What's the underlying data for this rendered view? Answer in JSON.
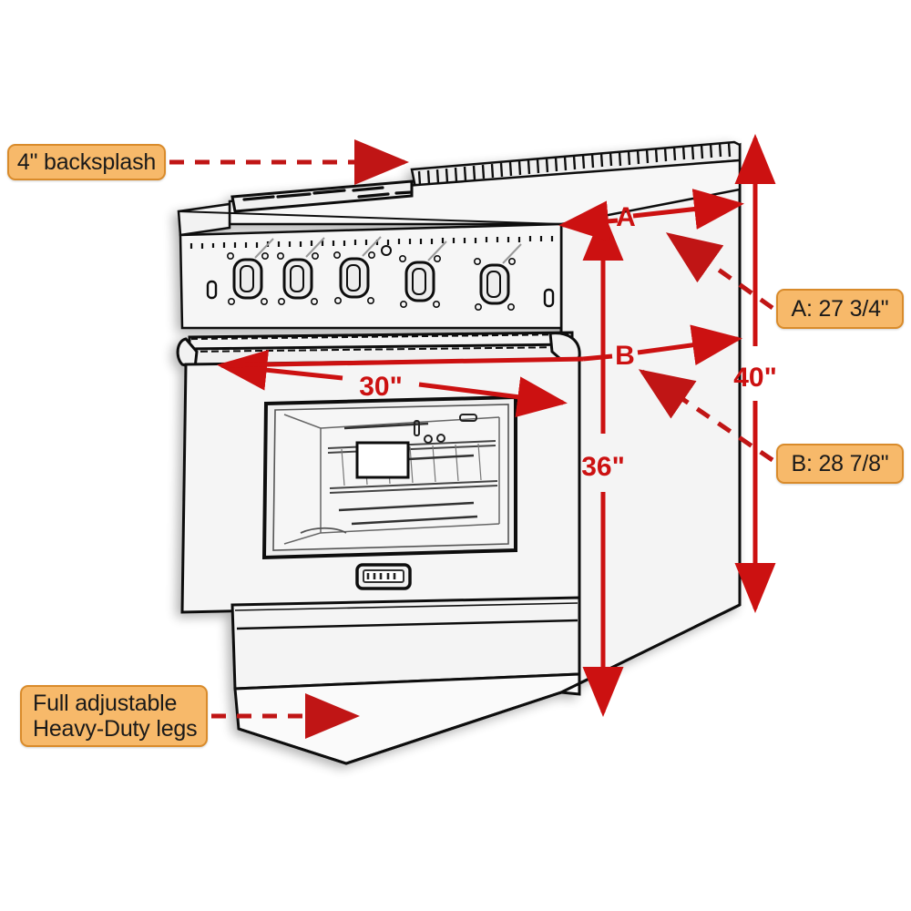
{
  "page": {
    "title": "Range dimension diagram",
    "background_color": "#ffffff"
  },
  "colors": {
    "dimension_red": "#CC1111",
    "dashed_leader_red": "#C01515",
    "callout_fill": "#F7B96A",
    "callout_border": "#D98B2B",
    "line_dark": "#1a1a1a",
    "body_fill": "#F2F2F2"
  },
  "callouts": [
    {
      "id": "backsplash",
      "text": "4\" backsplash",
      "leader": "dashed-arrow-right"
    },
    {
      "id": "a",
      "text": "A: 27 3/4\"",
      "leader": "dashed-arrow-left"
    },
    {
      "id": "b",
      "text": "B: 28 7/8\"",
      "leader": "dashed-arrow-left"
    },
    {
      "id": "legs",
      "line1": "Full adjustable",
      "line2": "Heavy-Duty legs",
      "leader": "dashed-arrow-right"
    }
  ],
  "dimensions": {
    "width": {
      "label": "30\"",
      "letter": "",
      "orientation": "horizontal",
      "note": "front width of range"
    },
    "height_to_cooktop": {
      "label": "36\"",
      "letter": "",
      "orientation": "vertical",
      "note": "floor to cooktop"
    },
    "height_overall": {
      "label": "40\"",
      "letter": "",
      "orientation": "vertical",
      "note": "floor to top of backsplash"
    },
    "depth_a": {
      "letter": "A",
      "label": "A",
      "orientation": "horizontal",
      "value": "27 3/4\"",
      "note": "depth at control panel"
    },
    "depth_b": {
      "letter": "B",
      "label": "B",
      "orientation": "horizontal",
      "value": "28 7/8\"",
      "note": "depth including door handle"
    }
  },
  "appliance": {
    "type": "freestanding gas range",
    "burner_knob_count": 5,
    "features": [
      "4\" backsplash with vent grille",
      "five control knobs",
      "full-width oven door handle",
      "oven window with racks",
      "bottom storage drawer",
      "adjustable heavy-duty legs",
      "badge nameplate"
    ]
  }
}
